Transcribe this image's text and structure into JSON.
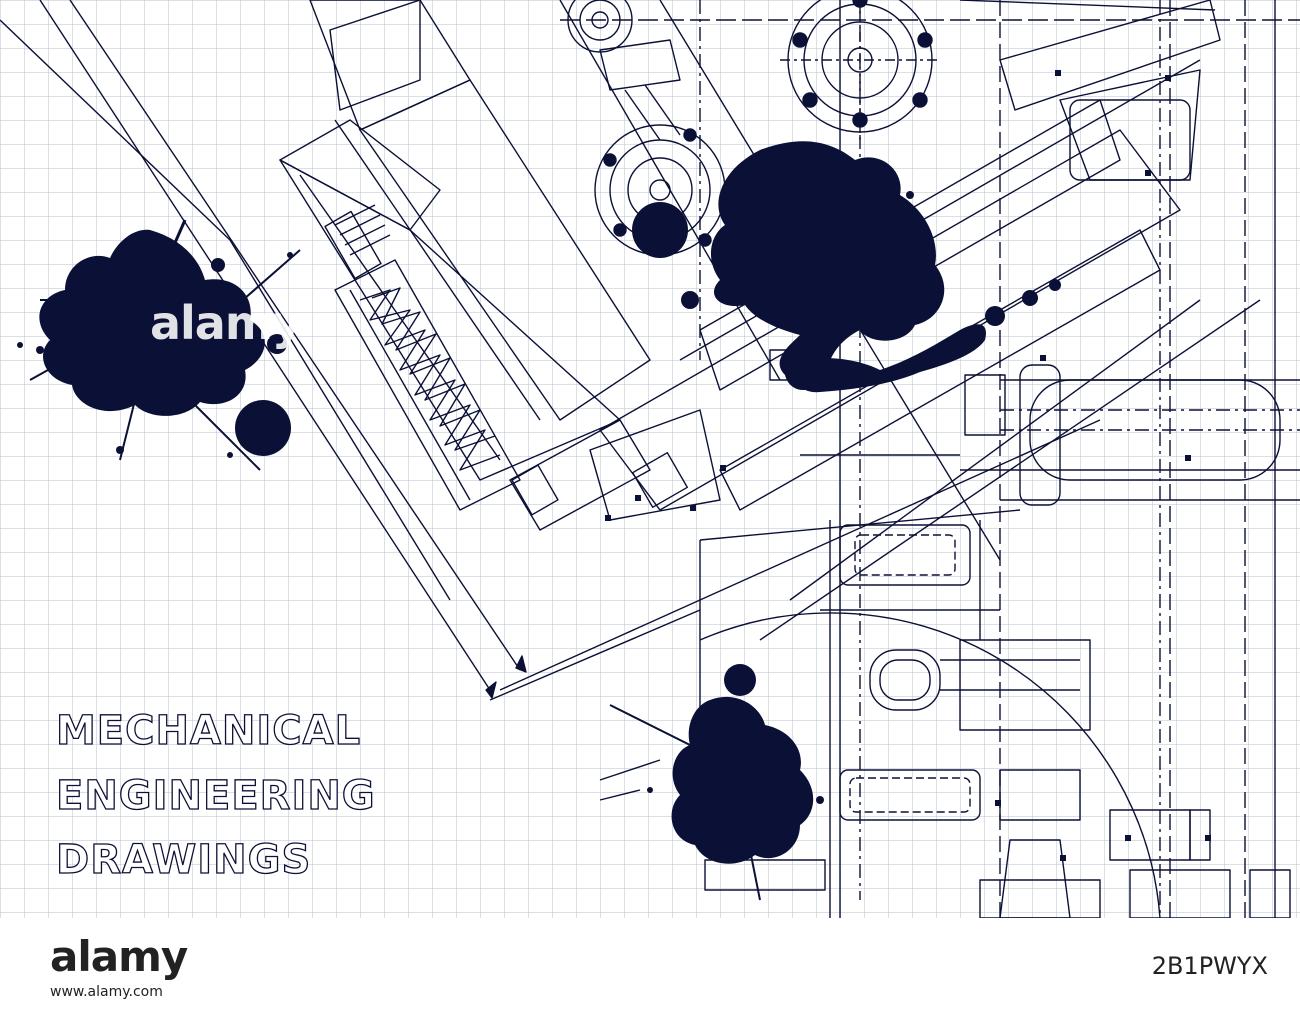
{
  "headline": {
    "line_1": "MECHANICAL",
    "line_2": "ENGINEERING",
    "line_3": "DRAWINGS"
  },
  "watermark": "alamy",
  "footer": {
    "logo": "alamy",
    "image_id": "2B1PWYX",
    "url": "www.alamy.com"
  },
  "colors": {
    "ink": "#0b1036",
    "grid": "#bec6d2",
    "paper": "#ffffff"
  }
}
